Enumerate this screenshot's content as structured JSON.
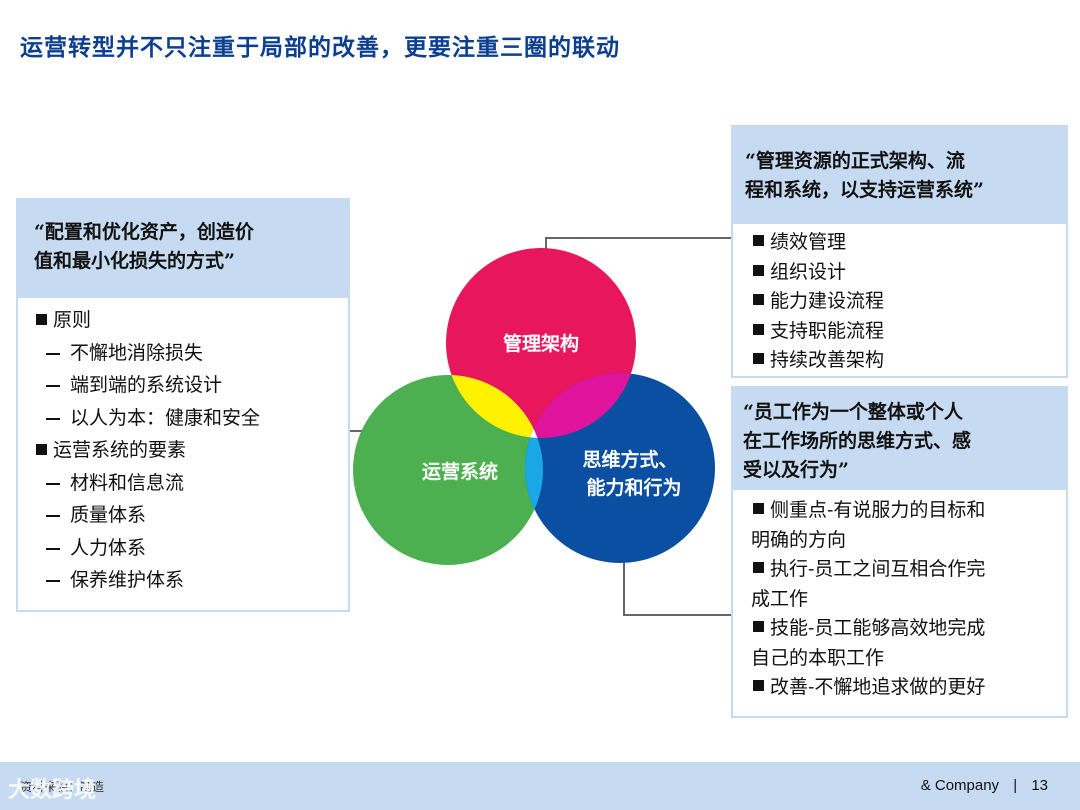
{
  "title": "运营转型并不只注重于局部的改善，更要注重三圈的联动",
  "circles": {
    "top": "管理架构",
    "left": "运营系统",
    "right_line1": "思维方式、",
    "right_line2": "能力和行为"
  },
  "colors": {
    "title": "#0c3f8f",
    "panel_header": "#c6dbf1",
    "circle_top": "#e8175d",
    "circle_left": "#4caf50",
    "circle_right": "#0b4fa3",
    "overlap_top_left": "#fff200",
    "overlap_top_right": "#e0149c",
    "overlap_left_right": "#1aa7e8"
  },
  "left_panel": {
    "header_line1": "“配置和优化资产，创造价",
    "header_line2": "值和最小化损失的方式”",
    "sections": [
      {
        "label": "原则",
        "items": [
          "不懈地消除损失",
          "端到端的系统设计",
          "以人为本：健康和安全"
        ]
      },
      {
        "label": "运营系统的要素",
        "items": [
          "材料和信息流",
          "质量体系",
          "人力体系",
          "保养维护体系"
        ]
      }
    ]
  },
  "top_right_panel": {
    "header_line1": "“管理资源的正式架构、流",
    "header_line2": "程和系统，以支持运营系统”",
    "items": [
      "绩效管理",
      "组织设计",
      "能力建设流程",
      "支持职能流程",
      "持续改善架构"
    ]
  },
  "bottom_right_panel": {
    "header_line1": "“员工作为一个整体或个人",
    "header_line2": "在工作场所的思维方式、感",
    "header_line3": "受以及行为”",
    "items": [
      {
        "line1": "侧重点-有说服力的目标和",
        "line2": "明确的方向"
      },
      {
        "line1": "执行-员工之间互相合作完",
        "line2": "成工作"
      },
      {
        "line1": "技能-员工能够高效地完成",
        "line2": "自己的本职工作"
      },
      {
        "line1": "改善-不懈地追求做的更好",
        "line2": ""
      }
    ]
  },
  "footer": {
    "source": "资料来源：制造",
    "watermark": "大数跨境",
    "company": "& Company",
    "separator": "|",
    "page": "13"
  }
}
